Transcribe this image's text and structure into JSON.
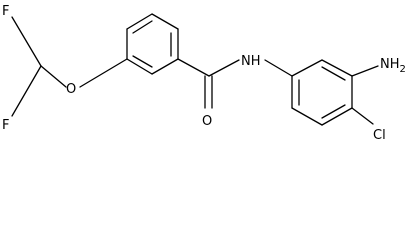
{
  "structure": {
    "labels": {
      "f_upper": "F",
      "f_lower": "F",
      "o_ether": "O",
      "o_carbonyl": "O",
      "nh": "NH",
      "nh2": "NH",
      "nh2_subscript": "2",
      "cl": "Cl"
    },
    "colors": {
      "bond": "#000000",
      "text": "#000000",
      "background": "#ffffff"
    }
  }
}
